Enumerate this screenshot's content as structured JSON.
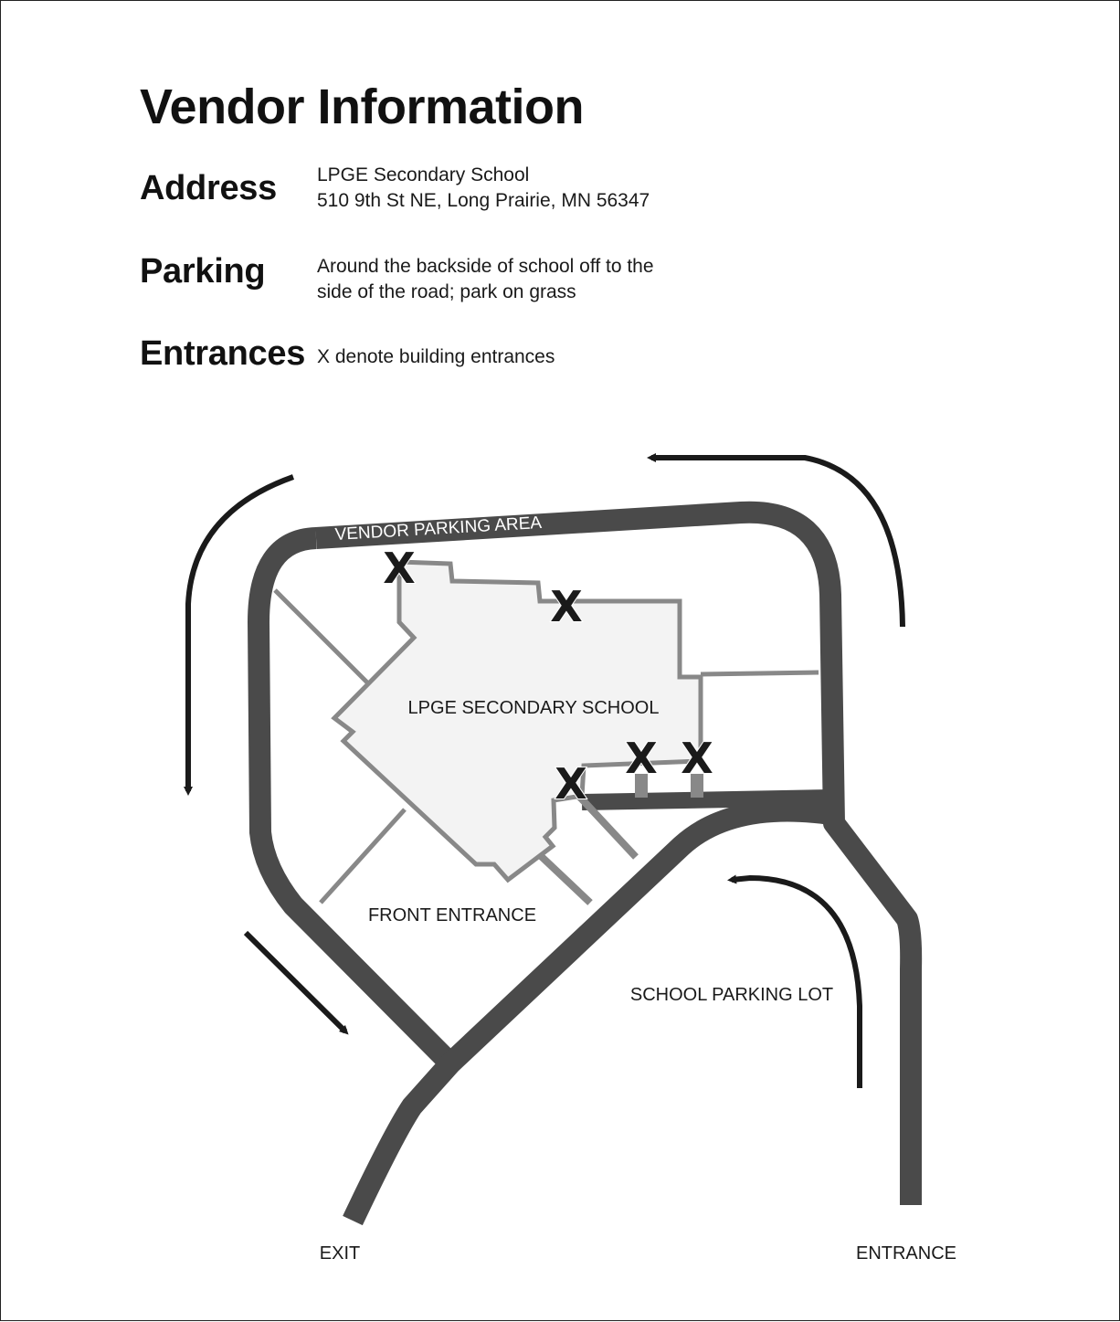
{
  "title": "Vendor Information",
  "address": {
    "label": "Address",
    "line1": "LPGE Secondary School",
    "line2": "510 9th St NE, Long Prairie, MN 56347"
  },
  "parking": {
    "label": "Parking",
    "line1": "Around the backside of school off to the",
    "line2": "side of the road; park on grass"
  },
  "entrances": {
    "label": "Entrances",
    "text": "X denote building entrances"
  },
  "map": {
    "vendor_parking_label": "VENDOR PARKING AREA",
    "school_label": "LPGE SECONDARY SCHOOL",
    "front_entrance_label": "FRONT ENTRANCE",
    "parking_lot_label": "SCHOOL PARKING LOT",
    "exit_label": "EXIT",
    "entrance_label": "ENTRANCE",
    "entrance_marker": "X",
    "colors": {
      "road": "#4a4a4a",
      "building_fill": "#f3f3f3",
      "building_outline": "#888888",
      "arrow": "#1a1a1a"
    }
  }
}
